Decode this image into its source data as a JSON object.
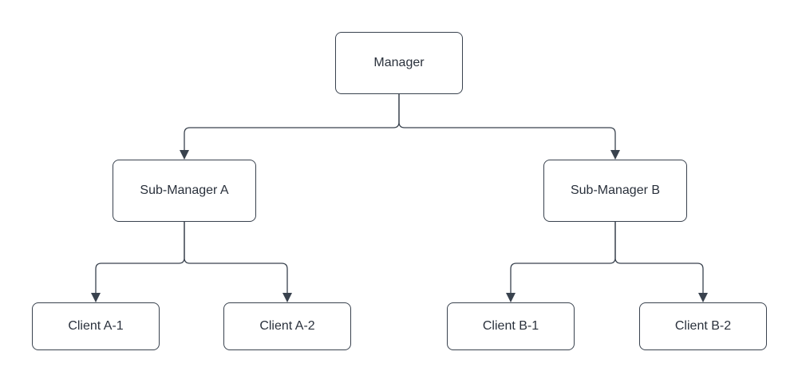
{
  "diagram": {
    "type": "org-chart-tree",
    "background_color": "#ffffff",
    "node_fill_color": "#ffffff",
    "stroke_color": "#39424e",
    "text_color": "#2a313c",
    "nodes": [
      {
        "id": "manager",
        "label": "Manager",
        "level": 1
      },
      {
        "id": "sub-manager-a",
        "label": "Sub-Manager A",
        "level": 2
      },
      {
        "id": "sub-manager-b",
        "label": "Sub-Manager B",
        "level": 2
      },
      {
        "id": "client-a-1",
        "label": "Client A-1",
        "level": 3
      },
      {
        "id": "client-a-2",
        "label": "Client A-2",
        "level": 3
      },
      {
        "id": "client-b-1",
        "label": "Client B-1",
        "level": 3
      },
      {
        "id": "client-b-2",
        "label": "Client B-2",
        "level": 3
      }
    ],
    "edges": [
      {
        "from": "Manager",
        "to": "Sub-Manager A",
        "arrow": "filled-triangle"
      },
      {
        "from": "Manager",
        "to": "Sub-Manager B",
        "arrow": "filled-triangle"
      },
      {
        "from": "Sub-Manager A",
        "to": "Client A-1",
        "arrow": "filled-triangle"
      },
      {
        "from": "Sub-Manager A",
        "to": "Client A-2",
        "arrow": "filled-triangle"
      },
      {
        "from": "Sub-Manager B",
        "to": "Client B-1",
        "arrow": "filled-triangle"
      },
      {
        "from": "Sub-Manager B",
        "to": "Client B-2",
        "arrow": "filled-triangle"
      }
    ]
  }
}
